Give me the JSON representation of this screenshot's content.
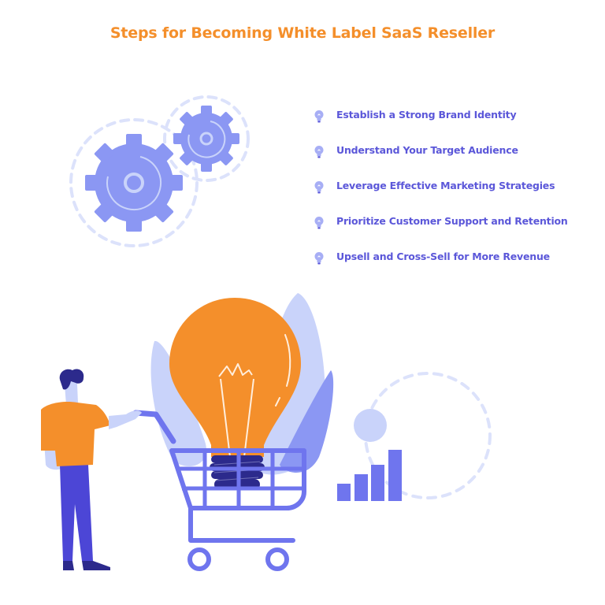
{
  "header": {
    "title": "Steps for Becoming White Label SaaS Reseller"
  },
  "steps": [
    {
      "label": "Establish a Strong Brand Identity",
      "icon": "lightbulb-icon"
    },
    {
      "label": "Understand Your Target Audience",
      "icon": "lightbulb-icon"
    },
    {
      "label": "Leverage Effective Marketing Strategies",
      "icon": "lightbulb-icon"
    },
    {
      "label": "Prioritize Customer Support and Retention",
      "icon": "lightbulb-icon"
    },
    {
      "label": "Upsell and Cross-Sell for More Revenue",
      "icon": "lightbulb-icon"
    }
  ],
  "illustration": {
    "elements": [
      "gears-icon",
      "lightbulb-illustration",
      "shopping-cart-illustration",
      "person-illustration",
      "bar-chart-icon"
    ]
  },
  "colors": {
    "accent_orange": "#F48F2B",
    "text_purple": "#5B57D9",
    "gear_blue": "#8B97F3",
    "cart_blue": "#6F75EE",
    "light_blue": "#C9D3FA",
    "dark_navy": "#2C2A8C",
    "pants_blue": "#4C46D6"
  }
}
